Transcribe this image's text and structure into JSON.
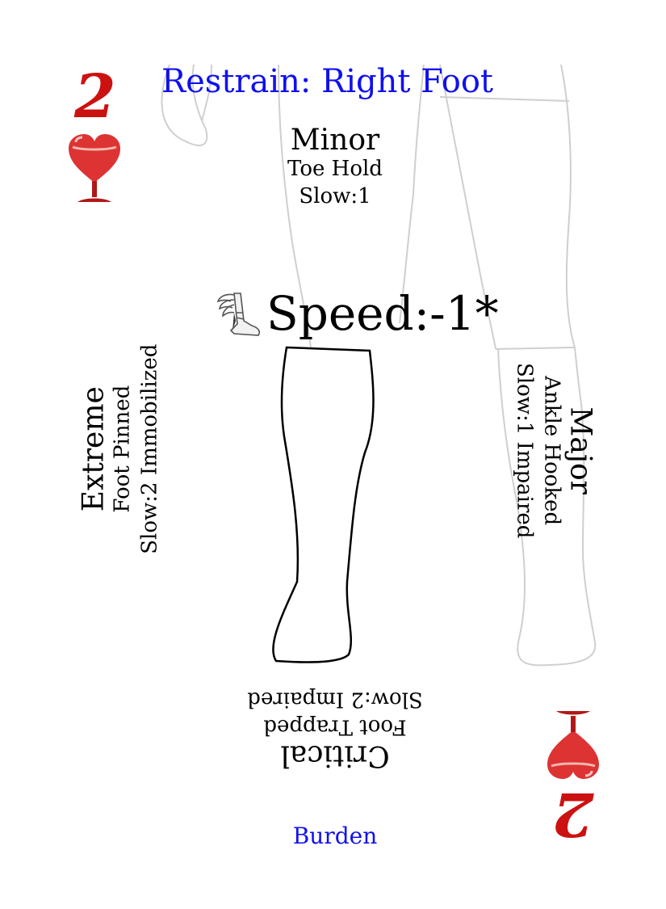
{
  "card": {
    "title": "Restrain: Right Foot",
    "rank": "2",
    "suit_icon": "heart-goblet-icon",
    "colors": {
      "title": "#1010ee",
      "rank": "#cc1111",
      "suit": "#dd2222",
      "burden": "#1010ee"
    },
    "severities": {
      "minor": {
        "name": "Minor",
        "description": "Toe Hold",
        "effect": "Slow:1"
      },
      "major": {
        "name": "Major",
        "description": "Ankle Hooked",
        "effect": "Slow:1 Impaired"
      },
      "critical": {
        "name": "Critical",
        "description": "Foot Trapped",
        "effect": "Slow:2 Impaired"
      },
      "extreme": {
        "name": "Extreme",
        "description": "Foot Pinned",
        "effect": "Slow:2 Immobilized"
      }
    },
    "speed": {
      "icon": "winged-boot-icon",
      "text": "Speed:-1*"
    },
    "burden": "Burden"
  }
}
